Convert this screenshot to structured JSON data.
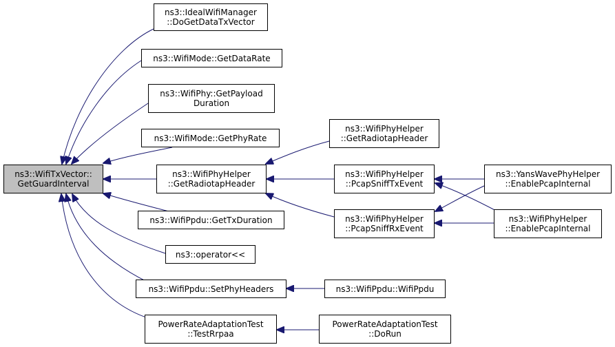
{
  "colors": {
    "edge": "#191970",
    "node_border": "#000000",
    "focus_fill": "#bfbfbf",
    "node_fill": "#ffffff"
  },
  "nodes": {
    "root": {
      "line1": "ns3::WifiTxVector::",
      "line2": "GetGuardInterval"
    },
    "ideal": {
      "line1": "ns3::IdealWifiManager",
      "line2": "::DoGetDataTxVector"
    },
    "modeDataRate": {
      "line1": "ns3::WifiMode::GetDataRate"
    },
    "phyPayload": {
      "line1": "ns3::WifiPhy::GetPayload",
      "line2": "Duration"
    },
    "modePhyRate": {
      "line1": "ns3::WifiMode::GetPhyRate"
    },
    "helperRadiotap": {
      "line1": "ns3::WifiPhyHelper",
      "line2": "::GetRadiotapHeader"
    },
    "ppduTx": {
      "line1": "ns3::WifiPpdu::GetTxDuration"
    },
    "operator": {
      "line1": "ns3::operator<<"
    },
    "ppduSetPhy": {
      "line1": "ns3::WifiPpdu::SetPhyHeaders"
    },
    "powerTest": {
      "line1": "PowerRateAdaptationTest",
      "line2": "::TestRrpaa"
    },
    "helperRadiotap2": {
      "line1": "ns3::WifiPhyHelper",
      "line2": "::GetRadiotapHeader"
    },
    "sniffTx": {
      "line1": "ns3::WifiPhyHelper",
      "line2": "::PcapSniffTxEvent"
    },
    "sniffRx": {
      "line1": "ns3::WifiPhyHelper",
      "line2": "::PcapSniffRxEvent"
    },
    "ppduCtor": {
      "line1": "ns3::WifiPpdu::WifiPpdu"
    },
    "doRun": {
      "line1": "PowerRateAdaptationTest",
      "line2": "::DoRun"
    },
    "yans": {
      "line1": "ns3::YansWavePhyHelper",
      "line2": "::EnablePcapInternal"
    },
    "helperPcap": {
      "line1": "ns3::WifiPhyHelper",
      "line2": "::EnablePcapInternal"
    }
  }
}
